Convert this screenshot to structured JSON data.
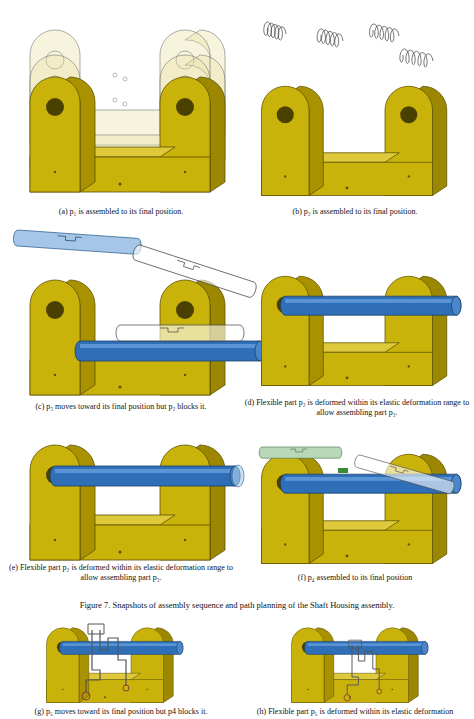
{
  "diagram": {
    "caption": "Figure 7. Snapshots of assembly sequence and path planning of the Shaft Housing assembly.",
    "labels": [
      "(a) p₁ is assembled to its final position.",
      "(b) p₂ is assembled to its final position.",
      "(c) p₃ moves toward its final position but p₂ blocks it.",
      "(d) Flexible part p₂ is deformed within its elastic deformation range to allow assembling part p₃.",
      "(e) Flexible part p₂ is deformed within its elastic deformation range to allow assembling part p₃.",
      "(f) p₄ assembled to its final position",
      "(g) p₅ moves toward its final position but p4 blocks it.",
      "(h) Flexible part p₅ is deformed within its elastic deformation"
    ]
  }
}
